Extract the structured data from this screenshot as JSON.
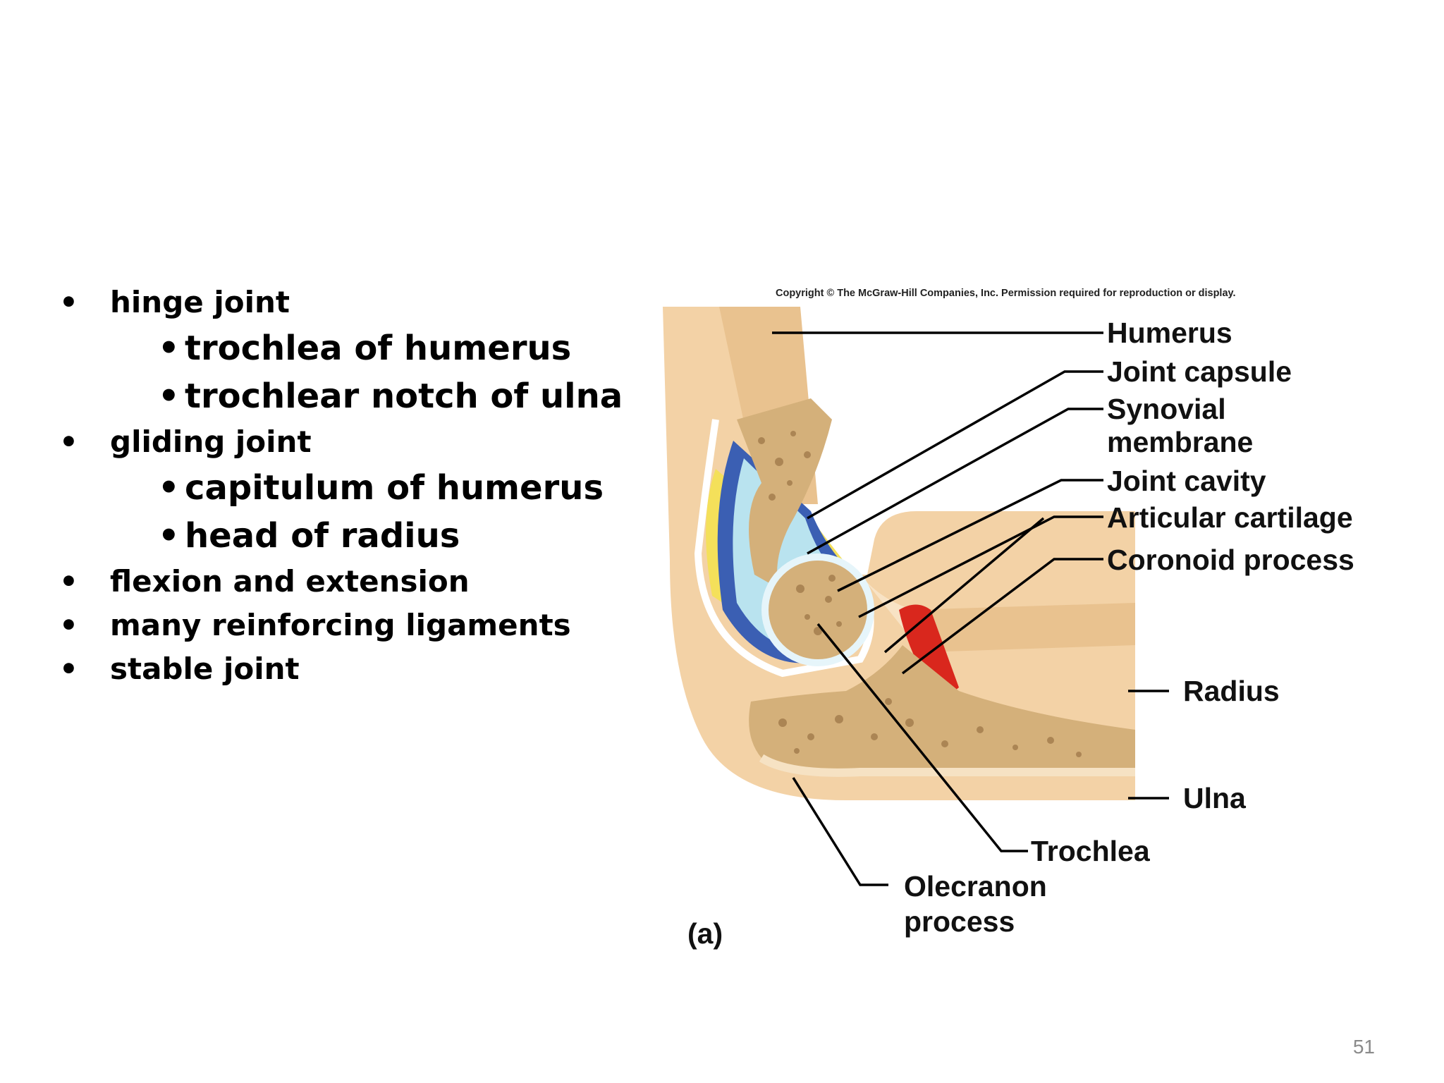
{
  "bullets": [
    {
      "level": 1,
      "text": "hinge joint"
    },
    {
      "level": 2,
      "text": "trochlea of humerus"
    },
    {
      "level": 2,
      "text": "trochlear notch of ulna"
    },
    {
      "level": 1,
      "text": "gliding joint"
    },
    {
      "level": 2,
      "text": "capitulum of humerus"
    },
    {
      "level": 2,
      "text": "head of radius"
    },
    {
      "level": 1,
      "text": "flexion and extension"
    },
    {
      "level": 1,
      "text": "many reinforcing ligaments"
    },
    {
      "level": 1,
      "text": "stable joint"
    }
  ],
  "figure": {
    "copyright": "Copyright © The McGraw-Hill Companies, Inc. Permission required for reproduction or display.",
    "panel_label": "(a)",
    "labels": {
      "humerus": "Humerus",
      "joint_capsule": "Joint capsule",
      "synovial_membrane_1": "Synovial",
      "synovial_membrane_2": "membrane",
      "joint_cavity": "Joint cavity",
      "articular_cartilage": "Articular cartilage",
      "coronoid_process": "Coronoid process",
      "radius": "Radius",
      "ulna": "Ulna",
      "trochlea": "Trochlea",
      "olecranon_1": "Olecranon",
      "olecranon_2": "process"
    },
    "colors": {
      "skin": "#f3d2a6",
      "bone": "#d4b07a",
      "cartilage": "#b9e3ef",
      "synovial": "#3b5fb3",
      "fat": "#f4e05a",
      "muscle": "#d9271d"
    }
  },
  "slide_number": "51"
}
